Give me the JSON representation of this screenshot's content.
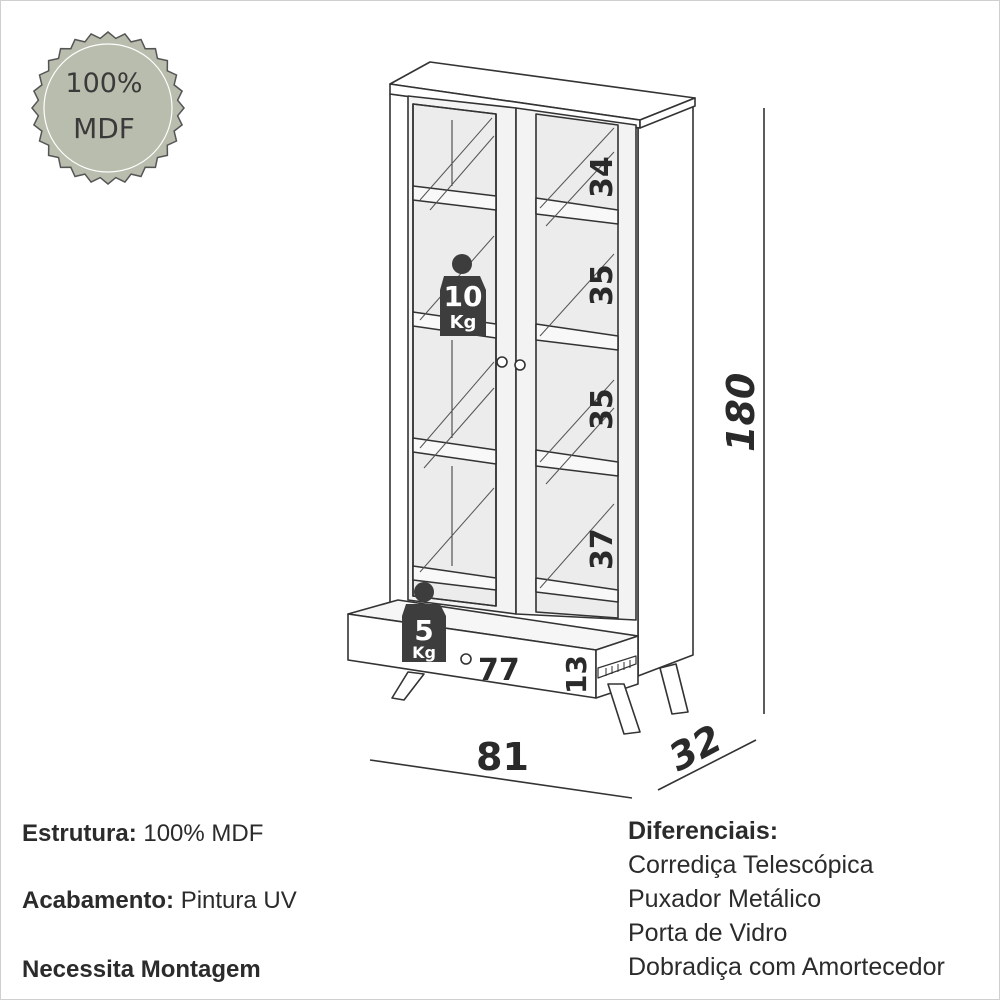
{
  "badge": {
    "line1": "100%",
    "line2": "MDF",
    "color": "#b9bdad"
  },
  "dimensions": {
    "width": "81",
    "depth": "32",
    "height": "180",
    "drawer_width": "77",
    "drawer_height": "13",
    "shelf_gaps": [
      "34",
      "35",
      "35",
      "37"
    ]
  },
  "weights": [
    {
      "value": "10",
      "unit": "Kg"
    },
    {
      "value": "5",
      "unit": "Kg"
    }
  ],
  "specs": {
    "structure_label": "Estrutura:",
    "structure_value": "100% MDF",
    "finish_label": "Acabamento:",
    "finish_value": "Pintura UV",
    "assembly": "Necessita Montagem"
  },
  "differentials": {
    "title": "Diferenciais:",
    "items": [
      "Corrediça Telescópica",
      "Puxador Metálico",
      "Porta de Vidro",
      "Dobradiça com Amortecedor"
    ]
  }
}
